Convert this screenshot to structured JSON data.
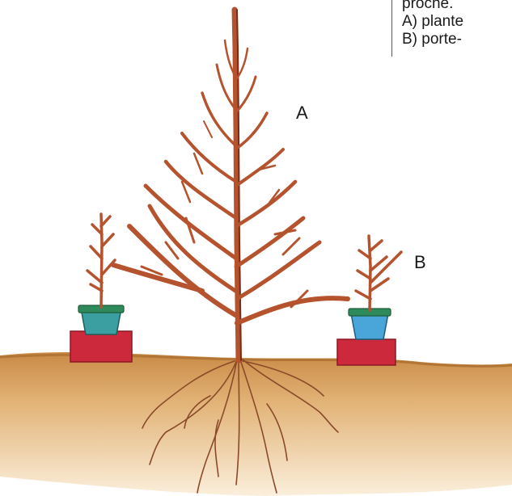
{
  "caption": {
    "line1": "proche.",
    "line2": "A) plante",
    "line3": "B) porte-"
  },
  "labels": {
    "a": "A",
    "b": "B"
  },
  "colors": {
    "ground": "#d9a15a",
    "wood": "#b5532e",
    "wood_dark": "#7a2a15",
    "pot_left": "#3b9ea1",
    "pot_right": "#4aa6d8",
    "pot_rim": "#2e8a5a",
    "stand": "#cc2a3c",
    "roots": "#8a4a2a"
  }
}
